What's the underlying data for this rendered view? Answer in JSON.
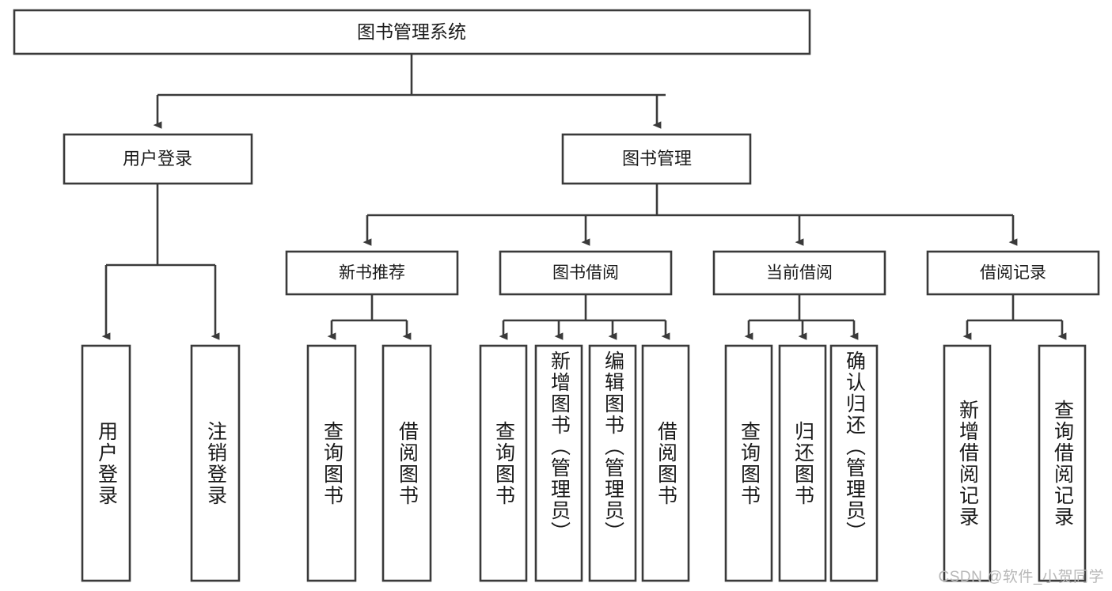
{
  "diagram": {
    "type": "tree",
    "title": "图书管理系统",
    "root": {
      "id": "root",
      "label": "图书管理系统"
    },
    "level2": [
      {
        "id": "user-login",
        "label": "用户登录"
      },
      {
        "id": "book-management",
        "label": "图书管理"
      }
    ],
    "level3": [
      {
        "id": "new-book-recommend",
        "label": "新书推荐",
        "parent": "book-management"
      },
      {
        "id": "book-borrow",
        "label": "图书借阅",
        "parent": "book-management"
      },
      {
        "id": "current-borrow",
        "label": "当前借阅",
        "parent": "book-management"
      },
      {
        "id": "borrow-record",
        "label": "借阅记录",
        "parent": "book-management"
      }
    ],
    "leaves": [
      {
        "id": "leaf-user-login",
        "label": "用户登录",
        "parent": "user-login"
      },
      {
        "id": "leaf-logout-login",
        "label": "注销登录",
        "parent": "user-login"
      },
      {
        "id": "leaf-query-book-1",
        "label": "查询图书",
        "parent": "new-book-recommend"
      },
      {
        "id": "leaf-borrow-book-1",
        "label": "借阅图书",
        "parent": "new-book-recommend"
      },
      {
        "id": "leaf-query-book-2",
        "label": "查询图书",
        "parent": "book-borrow"
      },
      {
        "id": "leaf-add-book",
        "label": "新增图书（管理员）",
        "parent": "book-borrow"
      },
      {
        "id": "leaf-edit-book",
        "label": "编辑图书（管理员）",
        "parent": "book-borrow"
      },
      {
        "id": "leaf-borrow-book-2",
        "label": "借阅图书",
        "parent": "book-borrow"
      },
      {
        "id": "leaf-query-book-3",
        "label": "查询图书",
        "parent": "current-borrow"
      },
      {
        "id": "leaf-return-book",
        "label": "归还图书",
        "parent": "current-borrow"
      },
      {
        "id": "leaf-confirm-return",
        "label": "确认归还（管理员）",
        "parent": "current-borrow"
      },
      {
        "id": "leaf-add-record",
        "label": "新增借阅记录",
        "parent": "borrow-record"
      },
      {
        "id": "leaf-query-record",
        "label": "查询借阅记录",
        "parent": "borrow-record"
      }
    ],
    "colors": {
      "box_fill": "#ffffff",
      "box_stroke": "#3a3a3a",
      "text": "#1a1a1a",
      "background": "#ffffff",
      "watermark": "#b8b8b8"
    }
  },
  "watermark": {
    "text": "CSDN @软件_小贺同学"
  }
}
